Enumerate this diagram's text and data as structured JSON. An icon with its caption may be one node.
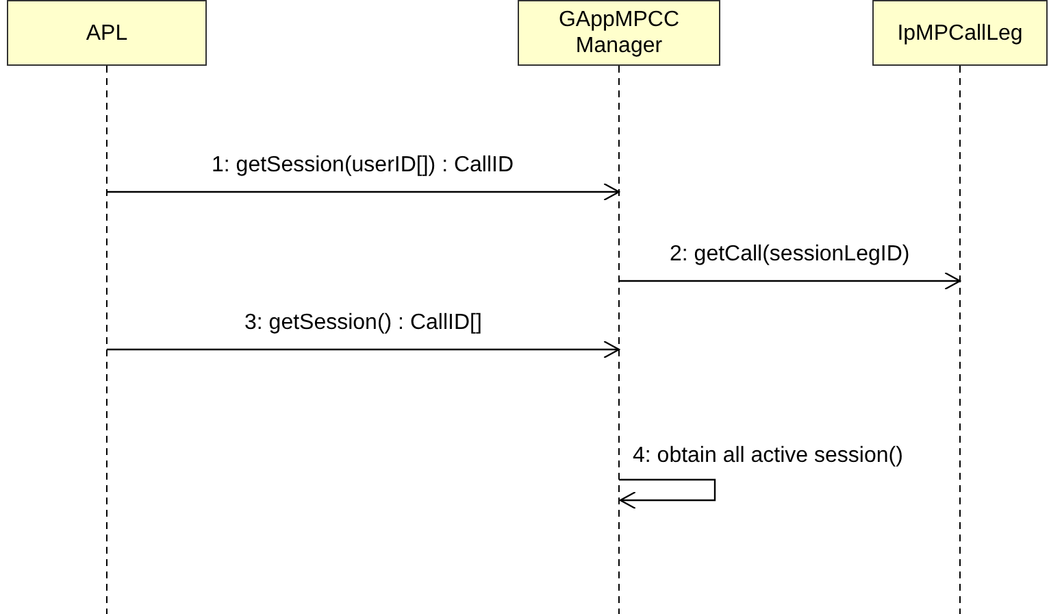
{
  "diagram": {
    "nodes": [
      {
        "text": [
          "APL"
        ]
      },
      {
        "text": [
          "GAppMPCC Manager"
        ]
      },
      {
        "text": [
          "IpMPCallLeg"
        ]
      }
    ],
    "edges": [
      {
        "from": 0,
        "to": 1,
        "arrow": "to",
        "label": "1: getSession(userID[]) : CallID"
      },
      {
        "from": 1,
        "to": 2,
        "arrow": "to",
        "label": "2: getCall(sessionLegID)"
      },
      {
        "from": 0,
        "to": 1,
        "arrow": "to",
        "label": "3: getSession() : CallID[]"
      },
      {
        "from": 1,
        "to": 1,
        "arrow": "to",
        "label": "4: obtain all active session()"
      }
    ]
  }
}
